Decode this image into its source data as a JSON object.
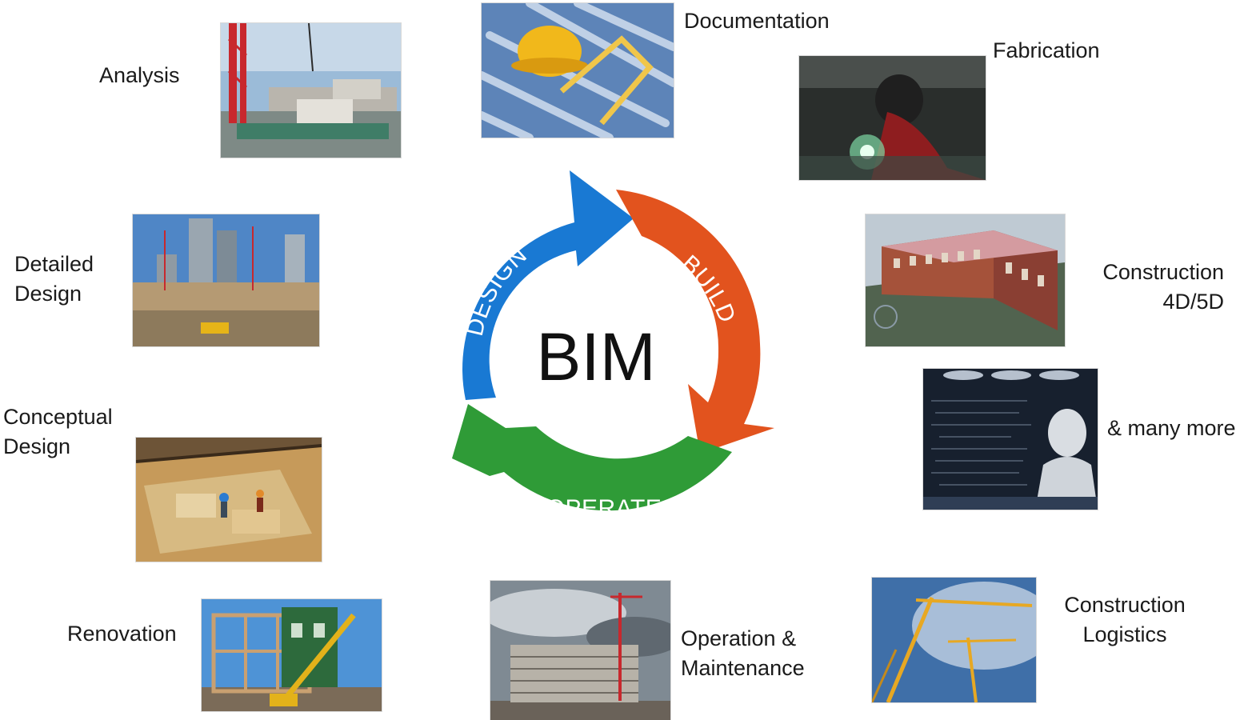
{
  "center": {
    "title": "BIM",
    "stages": [
      {
        "label": "DESIGN",
        "color": "#1979d3"
      },
      {
        "label": "BUILD",
        "color": "#e2531e"
      },
      {
        "label": "OPERATE",
        "color": "#2f9b37"
      }
    ]
  },
  "applications": {
    "analysis": "Analysis",
    "documentation": "Documentation",
    "fabrication": "Fabrication",
    "detailed_design": "Detailed\nDesign",
    "construction_4d5d": "Construction\n4D/5D",
    "conceptual_design": "Conceptual\nDesign",
    "many_more": "& many more",
    "renovation": "Renovation",
    "operation_maintenance": "Operation &\nMaintenance",
    "construction_logistics": "Construction\nLogistics"
  }
}
